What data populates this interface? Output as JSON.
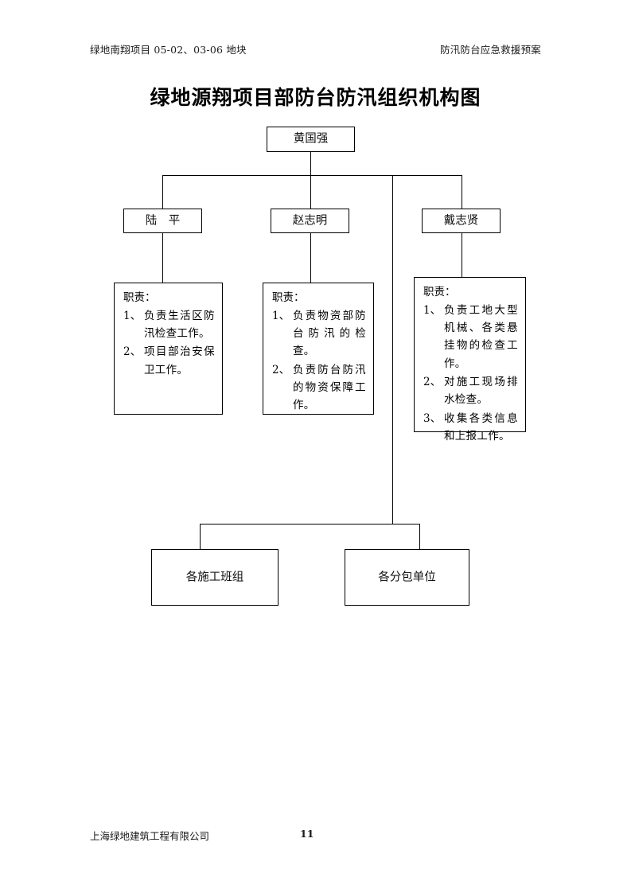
{
  "header": {
    "left": "绿地南翔项目 05-02、03-06 地块",
    "right": "防汛防台应急救援预案"
  },
  "title": "绿地源翔项目部防台防汛组织机构图",
  "org_chart": {
    "type": "diagram",
    "top": {
      "name": "黄国强"
    },
    "managers": [
      {
        "name": "陆　平"
      },
      {
        "name": "赵志明"
      },
      {
        "name": "戴志贤"
      }
    ],
    "duties": [
      {
        "title": "职责：",
        "items": [
          {
            "num": "1、",
            "text": "负责生活区防汛检查工作。"
          },
          {
            "num": "2、",
            "text": "项目部治安保卫工作。"
          }
        ]
      },
      {
        "title": "职责：",
        "items": [
          {
            "num": "1、",
            "text": "负责物资部防台防汛的检查。"
          },
          {
            "num": "2、",
            "text": "负责防台防汛的物资保障工作。"
          }
        ]
      },
      {
        "title": "职责：",
        "items": [
          {
            "num": "1、",
            "text": "负责工地大型机械、各类悬挂物的检查工作。"
          },
          {
            "num": "2、",
            "text": "对施工现场排水检查。"
          },
          {
            "num": "3、",
            "text": "收集各类信息和上报工作。"
          }
        ]
      }
    ],
    "bottom": [
      {
        "name": "各施工班组"
      },
      {
        "name": "各分包单位"
      }
    ]
  },
  "footer": {
    "company": "上海绿地建筑工程有限公司",
    "page_number": "11"
  }
}
